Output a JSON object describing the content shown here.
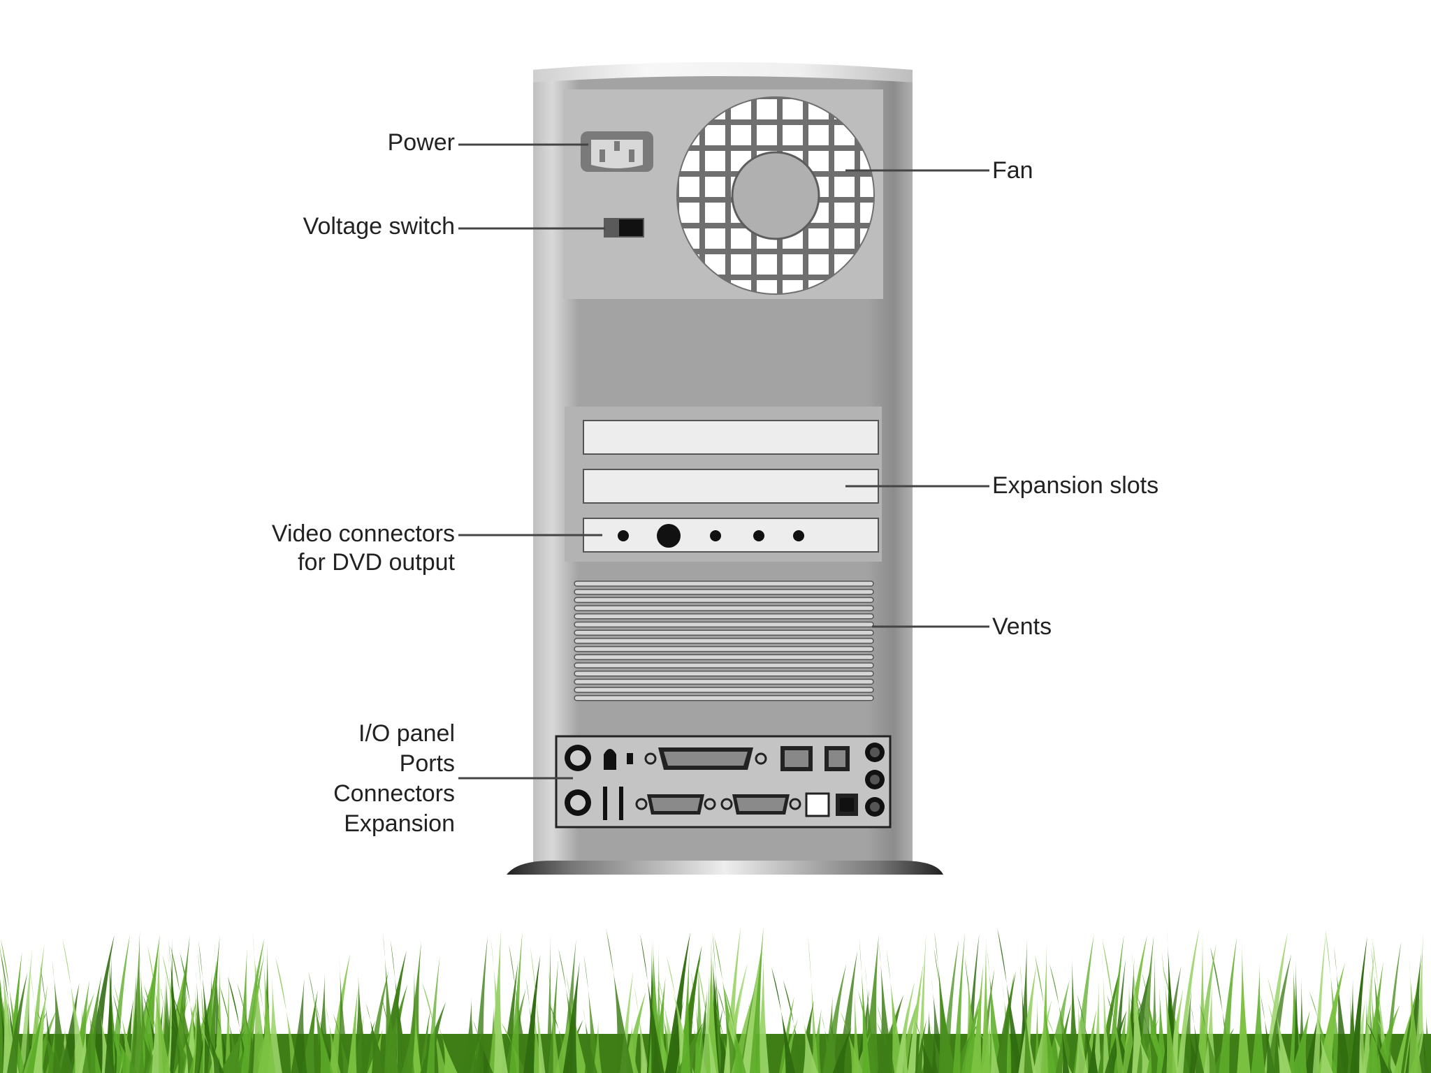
{
  "colors": {
    "background": "#ffffff",
    "case_body": "#9e9e9e",
    "case_panel": "#bdbdbd",
    "leader": "#444444",
    "grass_dark": "#3f7d16",
    "grass_light": "#7cc242"
  },
  "labels": {
    "power": "Power",
    "voltage_switch": "Voltage switch",
    "fan": "Fan",
    "expansion_slots": "Expansion slots",
    "video_connectors_line1": "Video connectors",
    "video_connectors_line2": "for DVD output",
    "vents": "Vents",
    "io_line1": "I/O panel",
    "io_line2": "Ports",
    "io_line3": "Connectors",
    "io_line4": "Expansion"
  },
  "icons": {
    "power_socket": "power-socket-icon",
    "voltage_switch": "voltage-switch-icon",
    "fan_grille": "fan-grille-icon",
    "grass": "grass-strip"
  }
}
